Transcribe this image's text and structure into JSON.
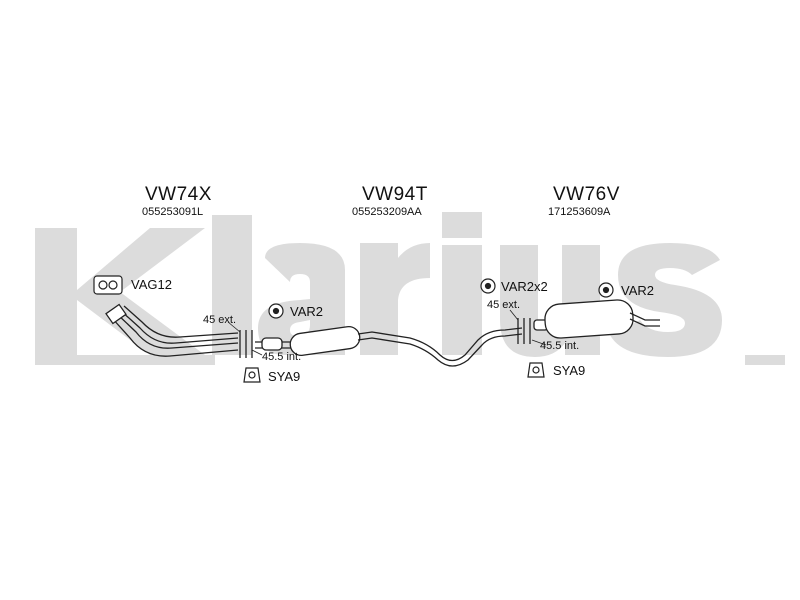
{
  "watermark": {
    "text": "Klarius",
    "color": "#dcdcdc"
  },
  "columns": [
    {
      "code": "VW74X",
      "part_number": "055253091L"
    },
    {
      "code": "VW94T",
      "part_number": "055253209AA"
    },
    {
      "code": "VW76V",
      "part_number": "171253609A"
    }
  ],
  "parts": {
    "vag12": "VAG12",
    "var2_front": "VAR2",
    "sya9_front": "SYA9",
    "var2x2": "VAR2x2",
    "var2_rear": "VAR2",
    "sya9_rear": "SYA9"
  },
  "dimensions": {
    "ext_front": "45 ext.",
    "int_front": "45.5 int.",
    "ext_rear": "45 ext.",
    "int_rear": "45.5 int."
  },
  "colors": {
    "line": "#222222",
    "fill": "#ffffff"
  }
}
